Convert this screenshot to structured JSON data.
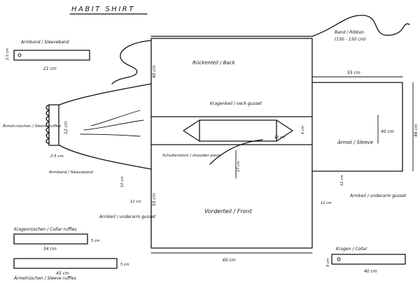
{
  "title": "HABIT SHIRT",
  "pieces": {
    "back": "Rückenteil / Back",
    "front": "Vorderteil / Front",
    "neck_gusset": "Kragenkeil / neck gusset",
    "shoulder_piece": "Schulterstück / shoulder piece",
    "sleeve": "Ärmel / Sleeve",
    "underarm_gusset_right": "Armkeil / underarm gusset",
    "underarm_gusset_left": "Armkeil / underarm gusset",
    "sleeve_ruffles_side": "Ärmel-rüschen / Sleeve ruffles",
    "sleeveband_side": "Armband / Sleeveband",
    "sleeveband_top": "Armband / Sleeveband",
    "ribbon": "Band / Ribbon",
    "ribbon_length": "(130 - 150 cm)",
    "collar_ruffles": "Kragenrüschen / Collar ruffles",
    "sleeve_ruffles_bottom": "Ärmelrüschen / Sleeve ruffles",
    "collar": "Kragen / Collar"
  },
  "dims": {
    "body_width": "60 cm",
    "body_upper": "40 cm",
    "body_lower": "55 cm",
    "sleeve_len": "55 cm",
    "sleeve_height": "46 cm",
    "sleeve_inner": "40 cm",
    "gusset_side": "6 cm",
    "gusset_small": "12 cm",
    "shoulder_len": "17 cm",
    "band_len": "21 cm",
    "band_h": "2.5 cm",
    "band_w2": "2.5 cm",
    "ruffle_h": "12 cm",
    "collar_ruffle_len": "34 cm",
    "collar_ruffle_h": "5 cm",
    "sleeve_ruffle_len": "45 cm",
    "sleeve_ruffle_h": "5 cm",
    "collar_len": "40 cm",
    "collar_h": "9 cm",
    "ug_left_a": "12 cm",
    "ug_left_b": "12 cm",
    "ug_right_a": "12 cm",
    "ug_right_b": "12 cm"
  }
}
